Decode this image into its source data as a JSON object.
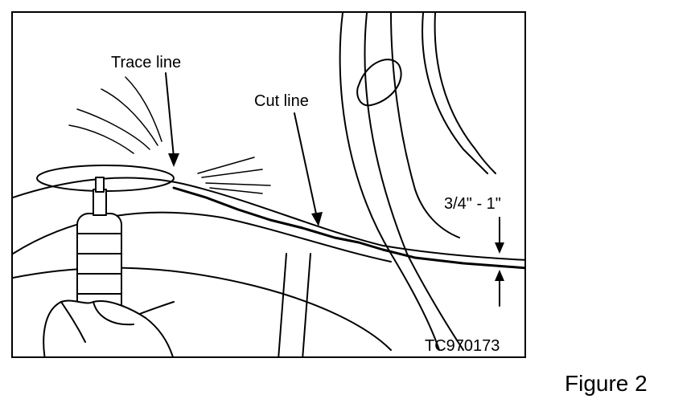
{
  "figure": {
    "labels": {
      "trace_line": "Trace line",
      "cut_line": "Cut line",
      "measurement": "3/4\" - 1\"",
      "code": "TC970173"
    },
    "caption": "Figure 2"
  }
}
